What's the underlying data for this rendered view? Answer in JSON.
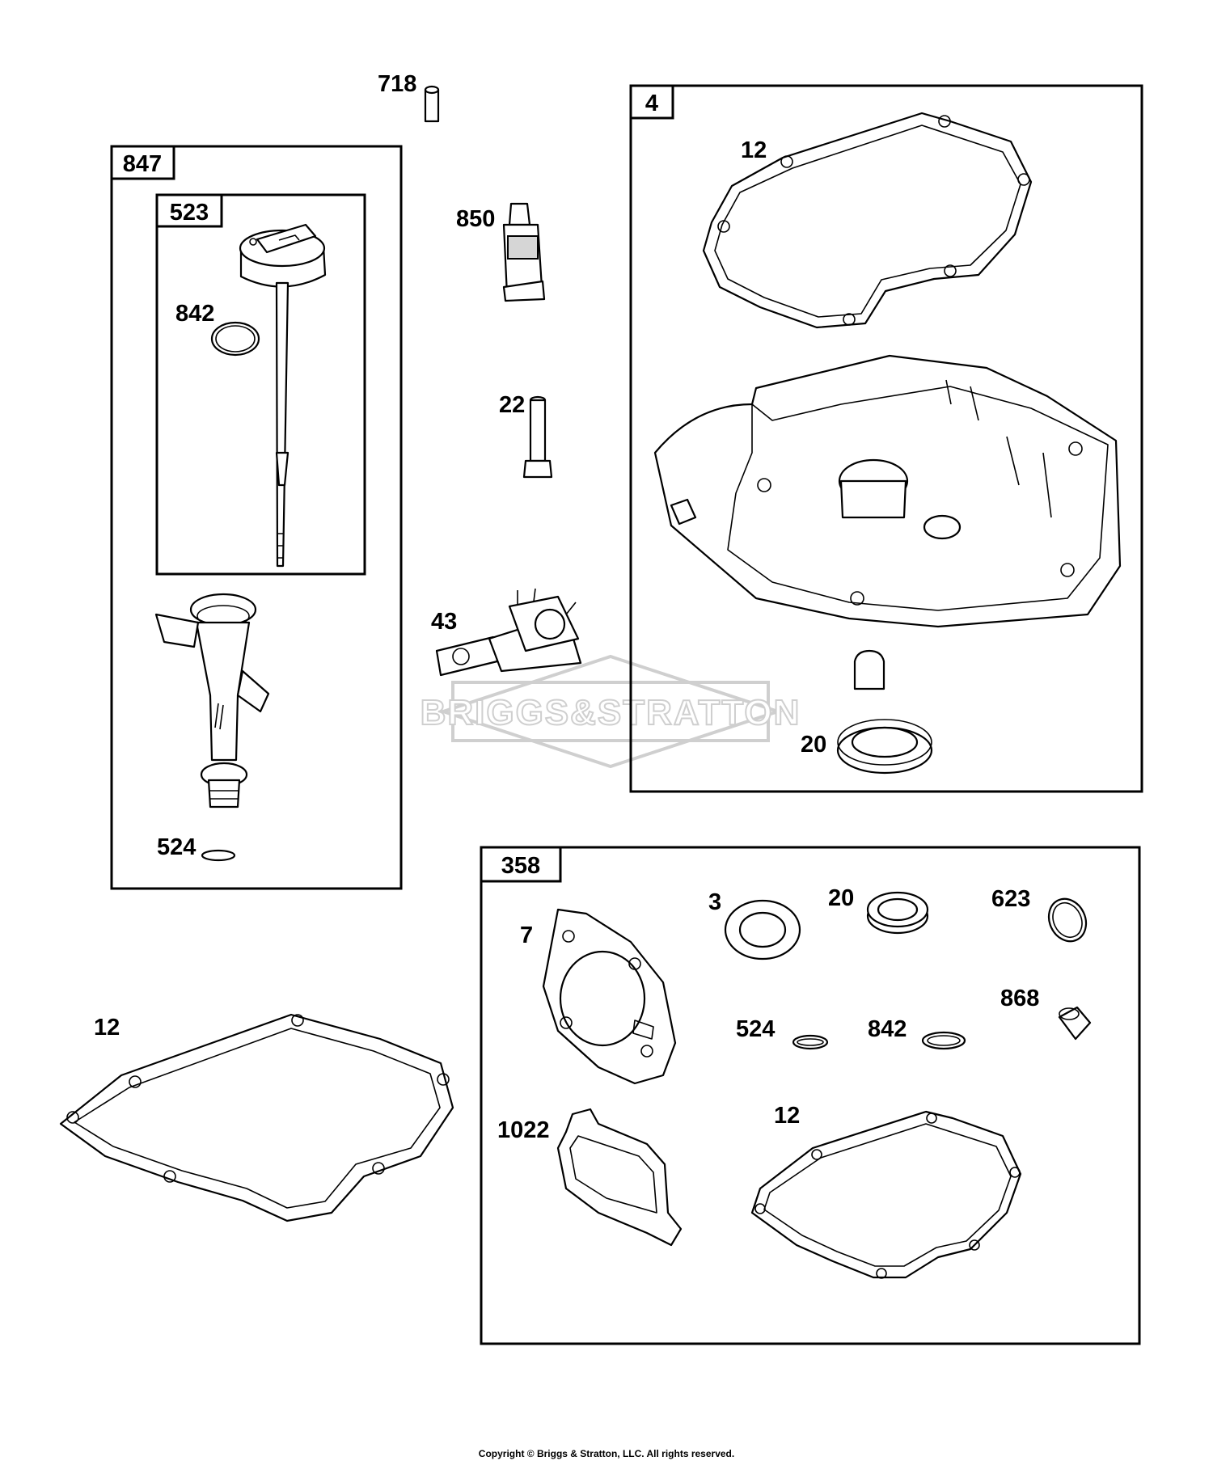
{
  "diagram": {
    "callouts": {
      "c718": "718",
      "c850": "850",
      "c22": "22",
      "c43": "43",
      "c842_top": "842",
      "c524_top": "524",
      "c12_top": "12",
      "c20_top": "20",
      "c12_left": "12",
      "c3": "3",
      "c20_kit": "20",
      "c623": "623",
      "c7": "7",
      "c868": "868",
      "c524_kit": "524",
      "c842_kit": "842",
      "c1022": "1022",
      "c12_kit": "12"
    },
    "boxes": {
      "b847": "847",
      "b523": "523",
      "b4": "4",
      "b358": "358"
    },
    "watermark": "BRIGGS&STRATTON",
    "copyright": "Copyright © Briggs & Stratton, LLC. All rights reserved."
  }
}
